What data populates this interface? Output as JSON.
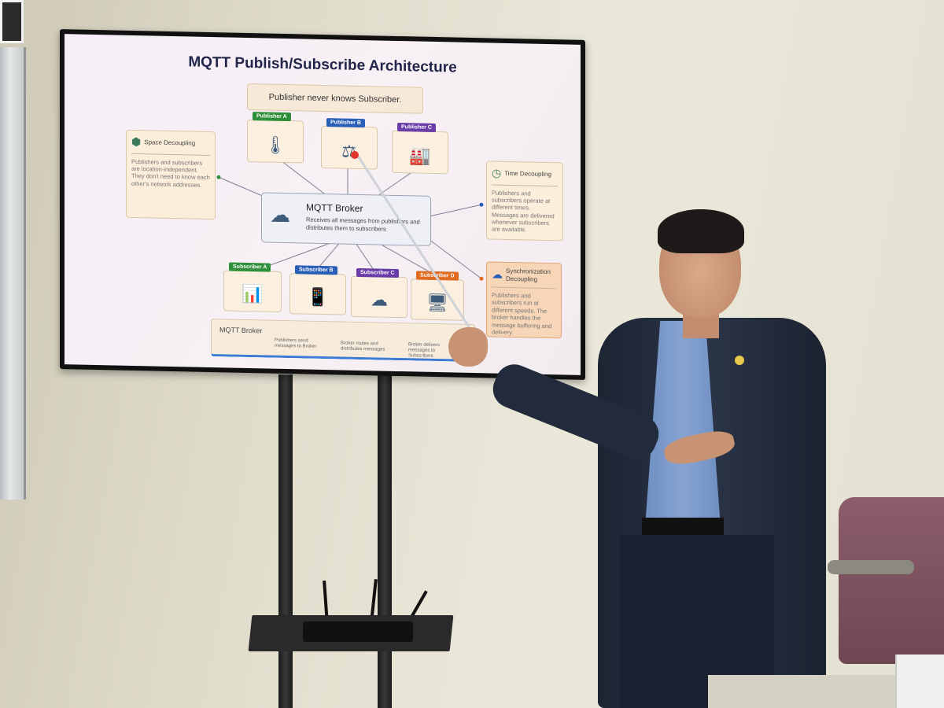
{
  "slide": {
    "title": "MQTT Publish/Subscribe Architecture",
    "banner": "Publisher never knows Subscriber.",
    "publishers": [
      {
        "label": "Publisher A",
        "color": "#2f8f3a",
        "icon": "thermometer-icon"
      },
      {
        "label": "Publisher B",
        "color": "#2a5fb8",
        "icon": "scale-icon"
      },
      {
        "label": "Publisher C",
        "color": "#6a3ca8",
        "icon": "factory-icon"
      }
    ],
    "broker": {
      "title": "MQTT Broker",
      "description": "Receives all messages from publishers and distributes them to subscribers",
      "icon": "cloud-network-icon"
    },
    "subscribers": [
      {
        "label": "Subscriber A",
        "color": "#2f8f3a",
        "icon": "dashboard-icon"
      },
      {
        "label": "Subscriber B",
        "color": "#2a5fb8",
        "icon": "mobile-icon"
      },
      {
        "label": "Subscriber C",
        "color": "#6a3ca8",
        "icon": "cloud-icon"
      },
      {
        "label": "Subscriber D",
        "color": "#e06a1f",
        "icon": "monitor-icon"
      }
    ],
    "space": {
      "title": "Space Decoupling",
      "text": "Publishers and subscribers are location-independent. They don't need to know each other's network addresses."
    },
    "time": {
      "title": "Time Decoupling",
      "text": "Publishers and subscribers operate at different times. Messages are delivered whenever subscribers are available."
    },
    "sync": {
      "title": "Synchronization Decoupling",
      "text": "Publishers and subscribers run at different speeds. The broker handles the message buffering and delivery."
    },
    "flow": {
      "title": "MQTT Broker",
      "steps": [
        "Publishers send messages to Broker",
        "Broker routes and distributes messages",
        "Broker delivers messages to Subscribers"
      ]
    }
  }
}
